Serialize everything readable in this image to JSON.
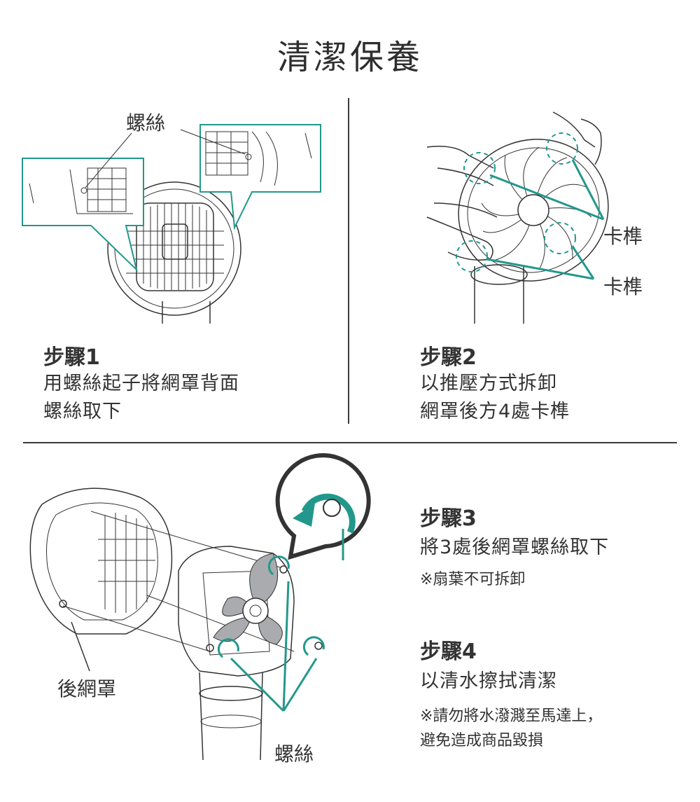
{
  "title": "清潔保養",
  "colors": {
    "accent": "#22988c",
    "line": "#3a3a3a",
    "text": "#333333"
  },
  "step1": {
    "title": "步驟1",
    "lines": [
      "用螺絲起子將網罩背面",
      "螺絲取下"
    ],
    "callout": "螺絲"
  },
  "step2": {
    "title": "步驟2",
    "lines": [
      "以推壓方式拆卸",
      "網罩後方4處卡榫"
    ],
    "callouts": [
      "卡榫",
      "卡榫"
    ]
  },
  "step3": {
    "title": "步驟3",
    "line": "將3處後網罩螺絲取下",
    "note": "※扇葉不可拆卸"
  },
  "step4": {
    "title": "步驟4",
    "line": "以清水擦拭清潔",
    "notes": [
      "※請勿將水潑濺至馬達上，",
      "避免造成商品毀損"
    ]
  },
  "figure3": {
    "label_cover": "後網罩",
    "label_screws": "螺絲"
  }
}
